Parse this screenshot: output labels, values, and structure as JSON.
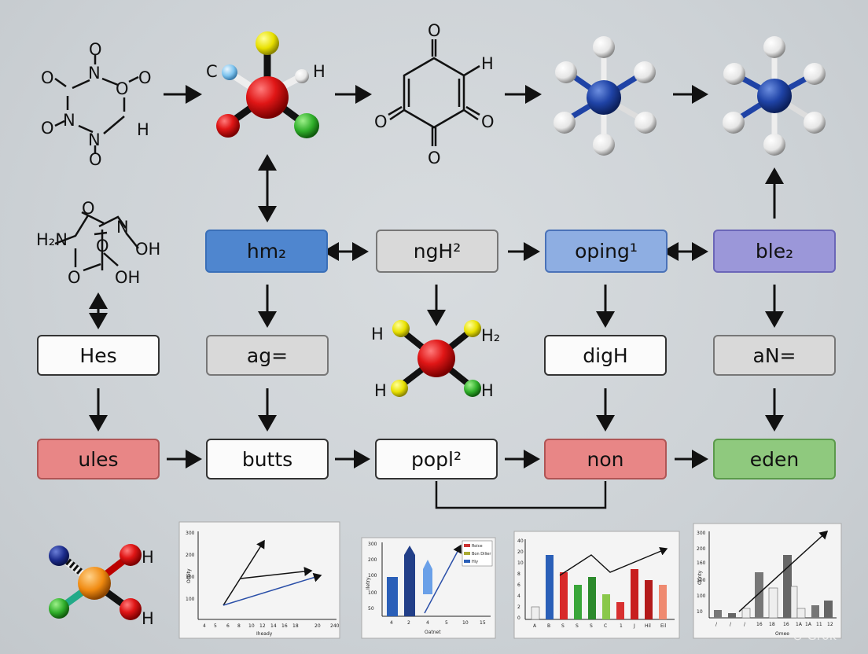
{
  "boxes": {
    "hm2": "hm₂",
    "ngH2": "ngH²",
    "oping1": "oping¹",
    "ble2": "ble₂",
    "hes": "Hes",
    "ag": "ag=",
    "digH": "digH",
    "aN": "aN=",
    "ules": "ules",
    "butts": "butts",
    "popl2": "popl²",
    "non": "non",
    "eden": "eden"
  },
  "molecules": {
    "ring1": {
      "o_top": "O",
      "n_top": "N",
      "o_left": "O",
      "o_right": "O",
      "o_nleft": "O",
      "n_left": "N",
      "h_right": "H",
      "n_bottom": "N",
      "o_bottom": "O"
    },
    "ball1": {
      "c": "C",
      "h": "H"
    },
    "quinone": {
      "o_top": "O",
      "h": "H",
      "o_left": "O",
      "o_right": "O",
      "o_bottom": "O"
    },
    "cage": {
      "o_top": "O",
      "h2n": "H₂N",
      "n": "N",
      "o_mid": "O",
      "oh1": "OH",
      "o_bottom": "O",
      "oh2": "OH"
    },
    "water": {
      "h_tl": "H",
      "h2_tr": "H₂",
      "h_bl": "H",
      "h_br": "H"
    },
    "bottom_mol": {
      "h_top": "H",
      "h_bottom": "H"
    }
  },
  "mini_charts": {
    "chart1": {
      "yticks": [
        "300",
        "200",
        "100",
        "100"
      ],
      "xticks": [
        "4",
        "5",
        "6",
        "8",
        "10",
        "12",
        "14",
        "16",
        "18",
        "20",
        "240"
      ],
      "ylabel": "Orbity",
      "xlabel": "Iheady"
    },
    "chart2": {
      "yticks": [
        "300",
        "200",
        "100",
        "100",
        "50"
      ],
      "xticks": [
        "4",
        "2",
        "4",
        "5",
        "10",
        "15"
      ],
      "ylabel": "Iletry",
      "xlabel": "Oatnet",
      "legend": [
        "Roice",
        "Bon Dilier",
        "Hiy"
      ]
    },
    "chart3": {
      "yticks": [
        "40",
        "20",
        "10",
        "8",
        "6",
        "4",
        "2",
        "0"
      ],
      "xticks": [
        "A",
        "B",
        "S",
        "S",
        "S",
        "C",
        "1",
        "J",
        "Hil",
        "Eil"
      ]
    },
    "chart4": {
      "yticks": [
        "300",
        "200",
        "160",
        "100",
        "100",
        "10"
      ],
      "xticks": [
        "/",
        "/",
        "/",
        "16",
        "18",
        "16",
        "1A",
        "1A",
        "11",
        "12"
      ],
      "ylabel": "Onnty",
      "xlabel": "Omee"
    }
  },
  "watermark": "Grok",
  "colors": {
    "blue": "#4f86cf",
    "gray": "#d9d9d9",
    "light_blue": "#8eaee2",
    "purple": "#9b97d9",
    "red": "#e88686",
    "green": "#8fc97e"
  }
}
